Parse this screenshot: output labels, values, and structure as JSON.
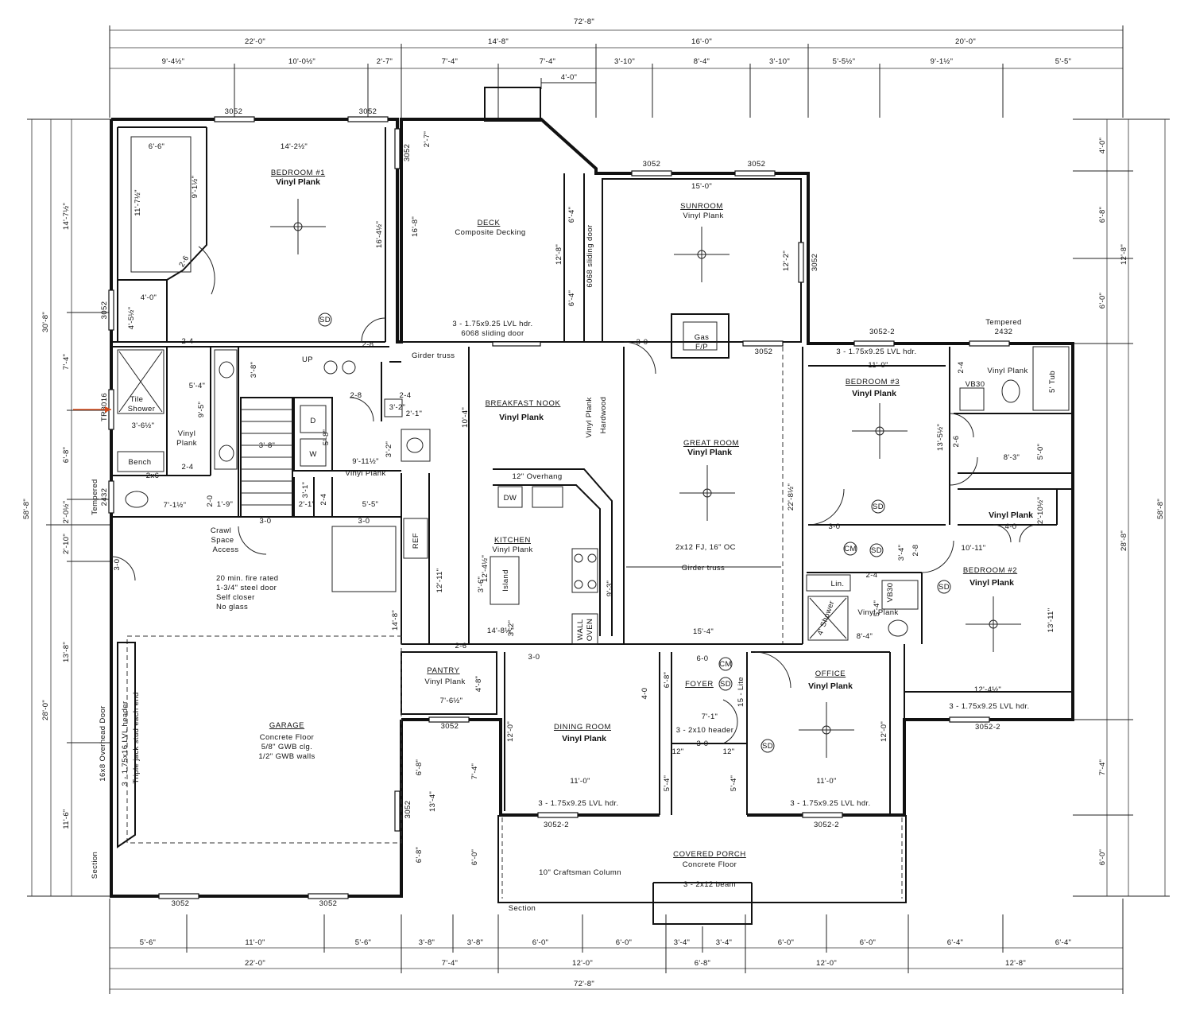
{
  "dims": {
    "overall_top": "72'-8\"",
    "overall_bottom": "72'-8\"",
    "top_row2": [
      "22'-0\"",
      "14'-8\"",
      "16'-0\"",
      "20'-0\""
    ],
    "top_row3": [
      "9'-4½\"",
      "10'-0½\"",
      "2'-7\"",
      "7'-4\"",
      "7'-4\"",
      "3'-10\"",
      "8'-4\"",
      "3'-10\"",
      "5'-5½\"",
      "9'-1½\"",
      "5'-5\""
    ],
    "deck_bump": "4'-0\"",
    "bottom_row1": [
      "5'-6\"",
      "11'-0\"",
      "5'-6\"",
      "3'-8\"",
      "3'-8\"",
      "6'-0\"",
      "6'-0\"",
      "3'-4\"",
      "3'-4\"",
      "6'-0\"",
      "6'-0\"",
      "6'-4\"",
      "6'-4\""
    ],
    "bottom_row2": [
      "22'-0\"",
      "7'-4\"",
      "12'-0\"",
      "6'-8\"",
      "12'-0\"",
      "12'-8\""
    ],
    "left_overall": "58'-8\"",
    "left_row2": [
      "30'-8\"",
      "28'-0\""
    ],
    "left_row3": [
      "14'-7½\"",
      "7'-4\"",
      "6'-8\"",
      "2'-0½\"",
      "2'-10\"",
      "13'-8\"",
      "11'-6\""
    ],
    "right_overall": "58'-8\"",
    "right_row2": [
      "12'-8\"",
      "28'-8\""
    ],
    "right_row3": [
      "4'-0\"",
      "6'-8\"",
      "6'-0\"",
      "7'-4\"",
      "6'-0\""
    ]
  },
  "rooms": {
    "bedroom1": {
      "name": "BEDROOM #1",
      "floor": "Vinyl Plank",
      "w": "14'-2½\"",
      "d": "16'-4½\"",
      "closet_w": "6'-6\"",
      "closet_d": "11'-7½\"",
      "c2": "9'-1½\"",
      "door": "2-6",
      "sd": "SD"
    },
    "deck": {
      "name": "DECK",
      "floor": "Composite Decking",
      "d": "16'-8\"",
      "side": "2'-7\"",
      "win": "3052",
      "r1": "12'-8\"",
      "r2": "6'-4\"",
      "r3": "6'-4\"",
      "door": "6068 sliding door",
      "hdr1": "3 - 1.75x9.25 LVL hdr.",
      "hdr2": "6068 sliding door"
    },
    "sunroom": {
      "name": "SUNROOM",
      "floor": "Vinyl Plank",
      "w": "15'-0\"",
      "d": "12'-2\"",
      "win": "3052"
    },
    "great_room": {
      "name": "GREAT ROOM",
      "floor": "Vinyl Plank",
      "joist": "2x12 FJ, 16\" OC",
      "girder": "Girder truss",
      "w": "15'-4\"",
      "d": "22'-8½\"",
      "door": "3-0",
      "fp1": "Gas",
      "fp2": "F/P"
    },
    "breakfast": {
      "name": "BREAKFAST NOOK",
      "floor": "Vinyl Plank",
      "d": "10'-4\"",
      "v1": "Vinyl Plank",
      "v2": "Hardwood"
    },
    "kitchen": {
      "name": "KITCHEN",
      "floor": "Vinyl Plank",
      "overhang": "12\" Overhang",
      "dw": "DW",
      "island": "Island",
      "ref": "REF",
      "oven1": "WALL",
      "oven2": "OVEN",
      "d1": "12'-4½\"",
      "d2": "3'-6\"",
      "w": "14'-8½\"",
      "d3": "3'-2\"",
      "d4": "9'-3\"",
      "d5": "12'-11\""
    },
    "bath1": {
      "shower1": "Tile",
      "shower2": "Shower",
      "floor1": "Vinyl",
      "floor2": "Plank",
      "bench": "Bench",
      "sw": "3'-6½\"",
      "w": "5'-4\"",
      "d": "9'-5\"",
      "dd": "4'-5½\"",
      "c": "4'-0\"",
      "t": "2x6",
      "tw": "7'-1½\"",
      "d2": "2-4",
      "d3": "2-4",
      "win": "TR3016",
      "tm1": "Tempered",
      "tm2": "2432",
      "win2": "3052"
    },
    "stair": {
      "up": "UP",
      "w": "3'-8\"",
      "w2": "3'-8\"",
      "d": "2-8",
      "d2": "2-8",
      "d3": "2-4",
      "d4": "2-0"
    },
    "laundry": {
      "dryer": "D",
      "washer": "W",
      "d": "5'-8\"",
      "w": "9'-11½\"",
      "floor": "Vinyl Plank",
      "a": "3'-2\"",
      "b": "2'-1\"",
      "c": "3'-1\"",
      "e": "2-4",
      "f": "1'-9\"",
      "g": "5'-5\"",
      "h": "3'-2\"",
      "i": "2'-1\"",
      "j": "3'-1\"",
      "k": "2-4",
      "l": "2'-0\""
    },
    "pantry": {
      "name": "PANTRY",
      "floor": "Vinyl Plank",
      "w": "7'-6½\"",
      "d": "4'-8\"",
      "door": "2-6"
    },
    "dining": {
      "name": "DINING ROOM",
      "floor": "Vinyl Plank",
      "w": "11'-0\"",
      "d": "12'-0\"",
      "hdr": "3 - 1.75x9.25 LVL hdr.",
      "win": "3052-2",
      "door": "3-0"
    },
    "foyer": {
      "name": "FOYER",
      "door": "6-0",
      "hdr": "3 - 2x10 header",
      "d1": "3-0",
      "w": "7'-1\"",
      "d": "6'-8\"",
      "d2": "4-0",
      "lite": "15 - Lite",
      "p1": "12\"",
      "p2": "12\"",
      "s1": "5'-4\"",
      "s2": "5'-4\"",
      "cm": "CM",
      "sd": "SD"
    },
    "office": {
      "name": "OFFICE",
      "floor": "Vinyl Plank",
      "w": "11'-0\"",
      "d": "12'-0\"",
      "hdr": "3 - 1.75x9.25 LVL hdr.",
      "win": "3052-2",
      "sd": "SD"
    },
    "bedroom3": {
      "name": "BEDROOM #3",
      "floor": "Vinyl Plank",
      "w": "11'-0\"",
      "d": "13'-5½\"",
      "hdr": "3 - 1.75x9.25 LVL hdr.",
      "win": "3052-2",
      "door": "3-0",
      "cl": "2-6",
      "sd": "SD"
    },
    "bath3": {
      "floor": "Vinyl Plank",
      "vb": "VB30",
      "tub": "5' Tub",
      "tm1": "Tempered",
      "tm2": "2432",
      "d": "2-4",
      "w": "8'-3\"",
      "d2": "5'-0\""
    },
    "bedroom2": {
      "name": "BEDROOM #2",
      "floor": "Vinyl Plank",
      "w": "12'-4½\"",
      "d": "13'-11\"",
      "hdr": "3 - 1.75x9.25 LVL hdr.",
      "win": "3052-2",
      "closet": "Vinyl Plank",
      "cd": "4-0",
      "cw": "10'-11\"",
      "cdd": "2'-10½\"",
      "sd": "SD"
    },
    "bath2": {
      "lin": "Lin.",
      "shower": "4' Shower",
      "vb": "VB30",
      "floor": "Vinyl Plank",
      "w": "8'-4\"",
      "d": "5'-4\"",
      "dd": "3'-4\"",
      "door": "2-4",
      "door2": "2-8",
      "cm": "CM",
      "sd": "SD"
    },
    "garage": {
      "name": "GARAGE",
      "floor": "Concrete Floor",
      "clg": "5/8\" GWB clg.",
      "walls": "1/2\" GWB walls",
      "door": "16x8 Overhead Door",
      "hdr": "3 - 1.75x16 LVL header",
      "stud": "Triple jack stud each end",
      "d": "14'-8\"",
      "a": "6'-8\"",
      "b": "6'-8\"",
      "c": "13'-4\"",
      "e": "3-0",
      "f": "3-0",
      "g": "3-0",
      "win": "3052",
      "win2": "3052",
      "win3": "3052",
      "win4": "3052"
    },
    "porch": {
      "name": "COVERED PORCH",
      "floor": "Concrete Floor",
      "beam": "3 - 2x12 beam",
      "col": "10\" Craftsman Column",
      "section": "Section",
      "d": "6'-0\"",
      "e": "7'-4\""
    }
  },
  "notes": {
    "crawl1": "Crawl",
    "crawl2": "Space",
    "crawl3": "Access",
    "fire1": "20 min. fire rated",
    "fire2": "1-3/4\" steel door",
    "fire3": "Self closer",
    "fire4": "No glass",
    "girder": "Girder truss",
    "section": "Section",
    "win_3052": "3052"
  }
}
